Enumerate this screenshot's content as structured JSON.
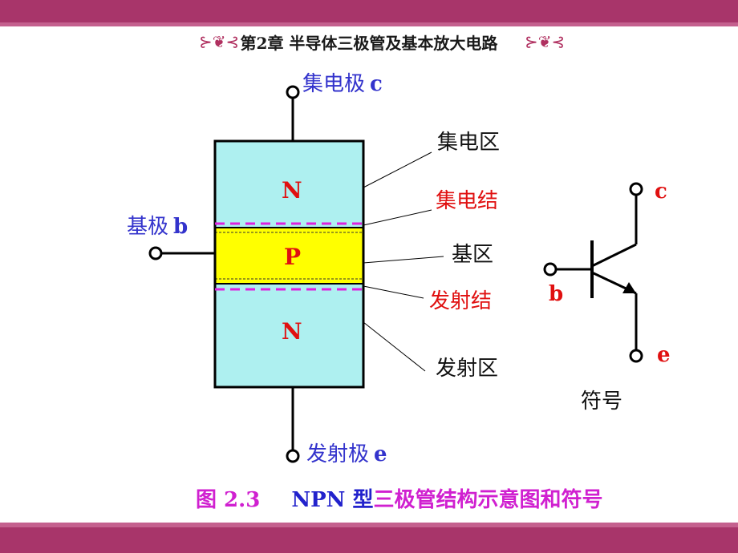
{
  "header": {
    "title": "第2章 半导体三极管及基本放大电路",
    "ornament_left": "⊱❦⊰",
    "ornament_right": "⊱❦⊰"
  },
  "terminals": {
    "collector": "集电极",
    "collector_letter": "c",
    "base": "基极",
    "base_letter": "b",
    "emitter": "发射极",
    "emitter_letter": "e"
  },
  "regions": {
    "collector_region": "集电区",
    "collector_junction": "集电结",
    "base_region": "基区",
    "emitter_junction": "发射结",
    "emitter_region": "发射区",
    "top_n": "N",
    "middle_p": "P",
    "bottom_n": "N"
  },
  "symbol": {
    "c": "c",
    "b": "b",
    "e": "e",
    "label": "符号"
  },
  "caption": {
    "figure": "图 2.3",
    "type": "NPN",
    "xing": "型",
    "text": "三极管结构示意图和符号"
  },
  "colors": {
    "band": "#a8356a",
    "n_region": "#aef0f0",
    "p_region": "#ffff00",
    "junction_dash": "#dd22dd",
    "label_blue": "#3333cc",
    "label_red": "#e01010"
  }
}
